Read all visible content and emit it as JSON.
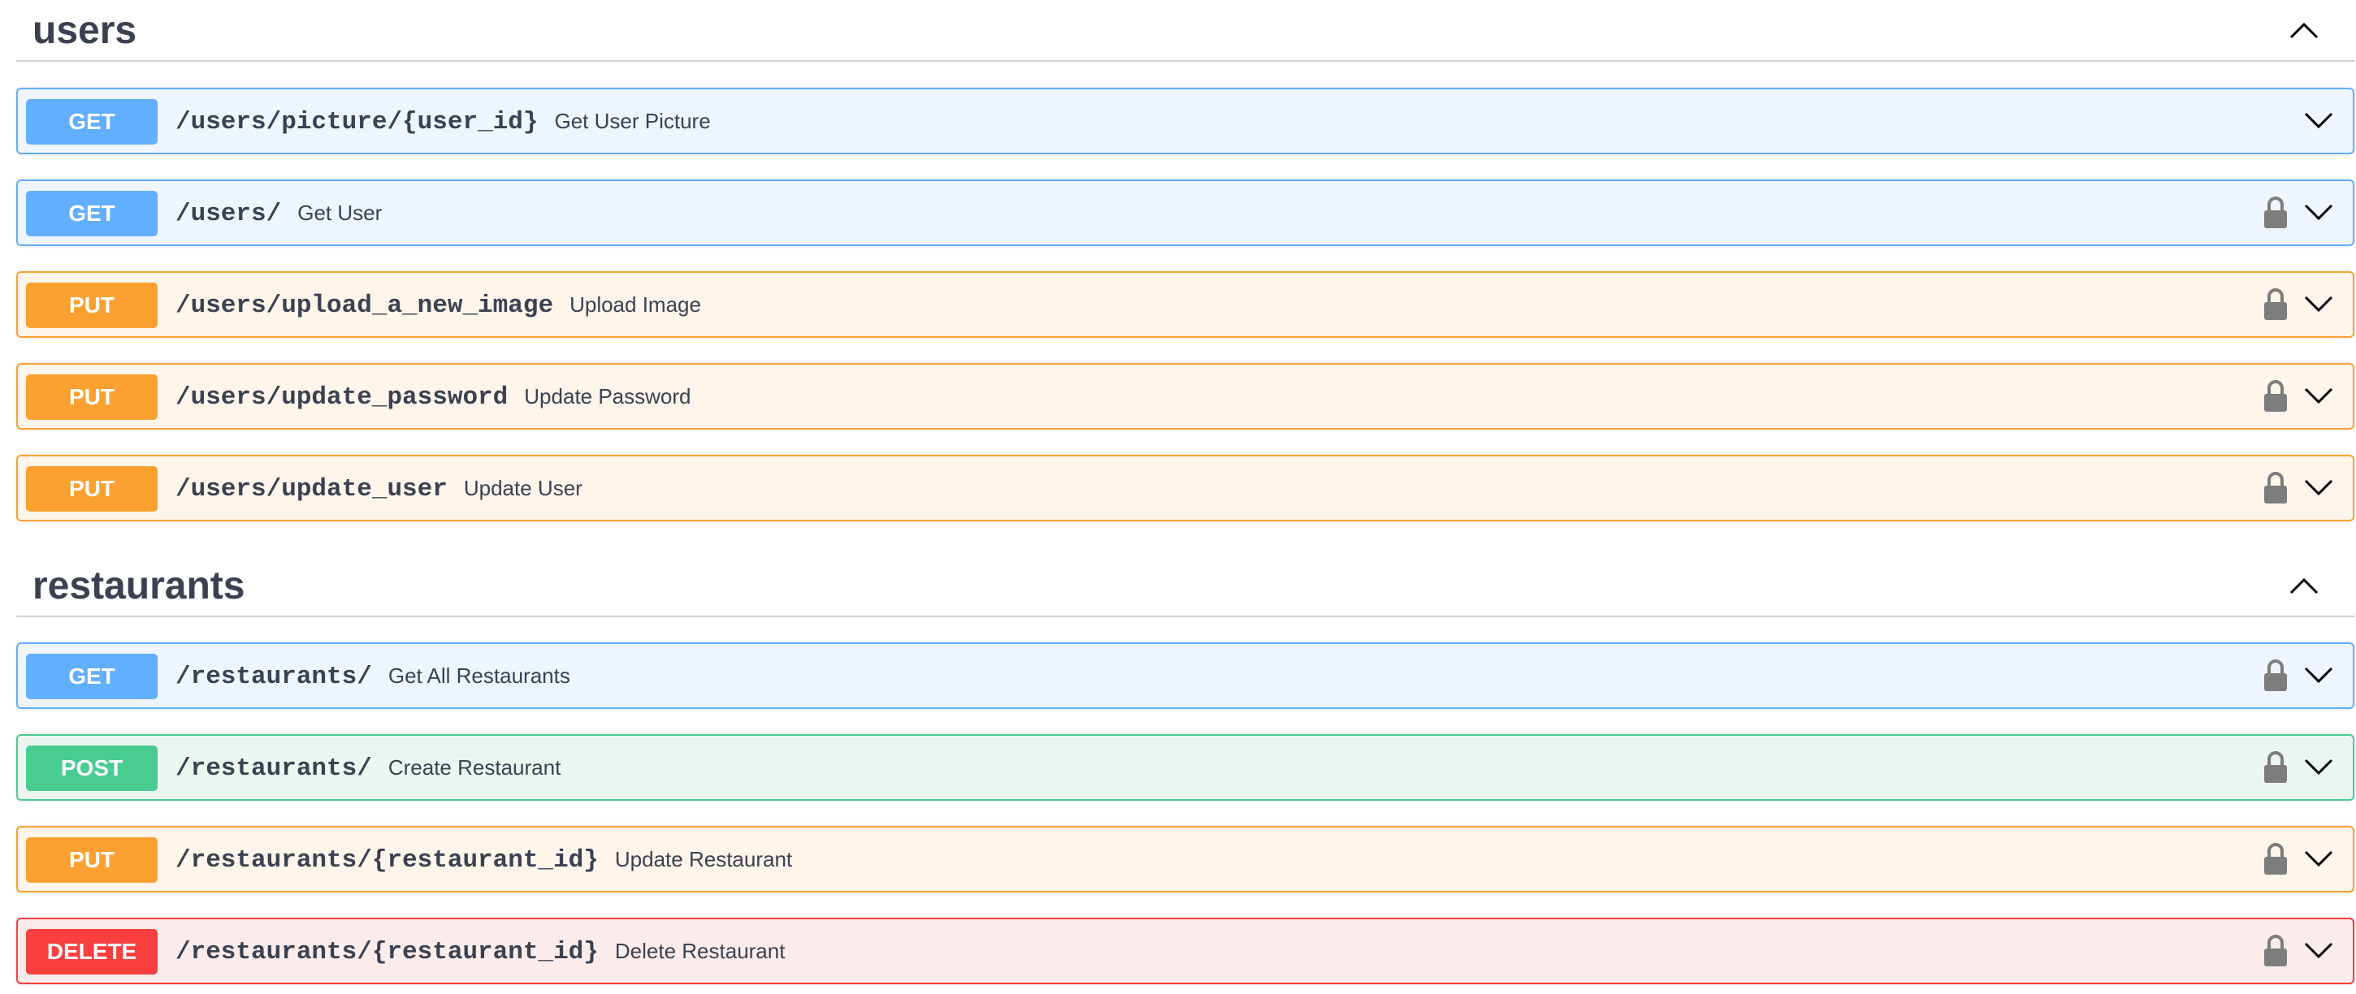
{
  "sections": [
    {
      "title": "users",
      "operations": [
        {
          "method": "GET",
          "path": "/users/picture/{user_id}",
          "summary": "Get User Picture",
          "locked": false
        },
        {
          "method": "GET",
          "path": "/users/",
          "summary": "Get User",
          "locked": true
        },
        {
          "method": "PUT",
          "path": "/users/upload_a_new_image",
          "summary": "Upload Image",
          "locked": true
        },
        {
          "method": "PUT",
          "path": "/users/update_password",
          "summary": "Update Password",
          "locked": true
        },
        {
          "method": "PUT",
          "path": "/users/update_user",
          "summary": "Update User",
          "locked": true
        }
      ]
    },
    {
      "title": "restaurants",
      "operations": [
        {
          "method": "GET",
          "path": "/restaurants/",
          "summary": "Get All Restaurants",
          "locked": true
        },
        {
          "method": "POST",
          "path": "/restaurants/",
          "summary": "Create Restaurant",
          "locked": true
        },
        {
          "method": "PUT",
          "path": "/restaurants/{restaurant_id}",
          "summary": "Update Restaurant",
          "locked": true
        },
        {
          "method": "DELETE",
          "path": "/restaurants/{restaurant_id}",
          "summary": "Delete Restaurant",
          "locked": true
        }
      ]
    }
  ],
  "colors": {
    "get": "#61affe",
    "put": "#fca130",
    "post": "#49cc90",
    "delete": "#f93e3e",
    "text": "#3b4151"
  },
  "icons": {
    "collapse": "chevron-up-icon",
    "expand": "chevron-down-icon",
    "lock": "lock-icon"
  }
}
